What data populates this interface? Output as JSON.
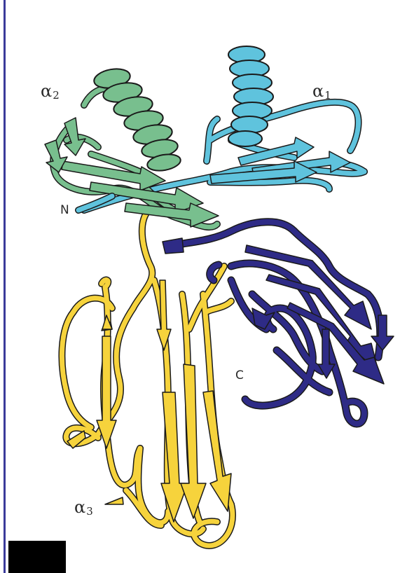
{
  "labels": {
    "alpha1": {
      "symbol": "α",
      "sub": "1"
    },
    "alpha2": {
      "symbol": "α",
      "sub": "2"
    },
    "alpha3": {
      "symbol": "α",
      "sub": "3"
    },
    "n_terminus": "N",
    "c_terminus": "C"
  },
  "colors": {
    "alpha1": "#5fc3dd",
    "alpha2": "#78bf8e",
    "alpha3": "#f6d33c",
    "beta2m": "#2e2b86",
    "outline": "#1a1a1a",
    "frame": "#3a3a9a"
  }
}
